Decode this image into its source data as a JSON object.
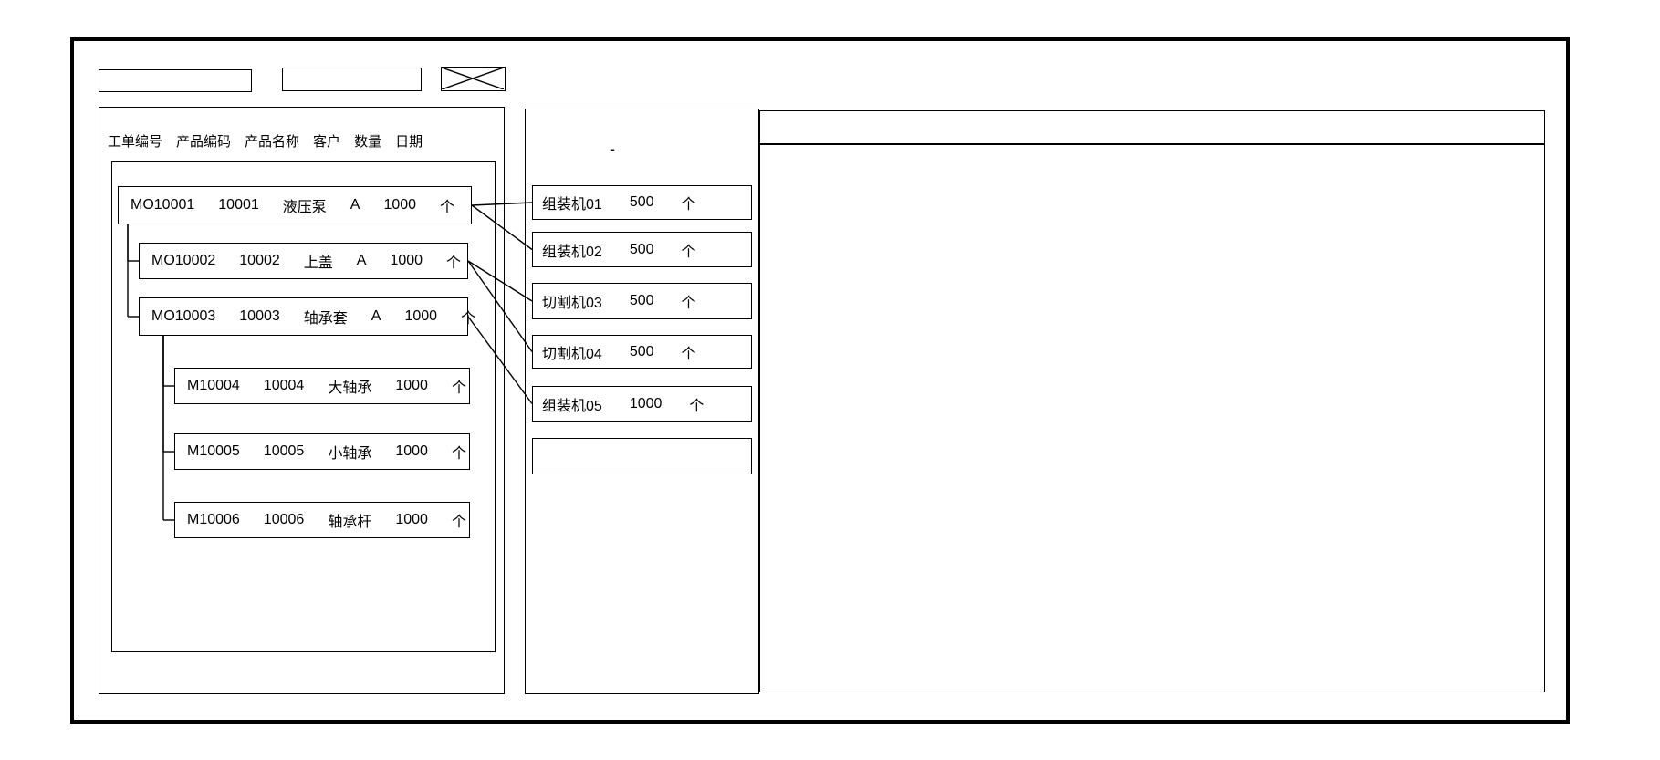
{
  "toolbar": {
    "field1_value": "",
    "field2_value": "",
    "placeholder_icon": "crossed-box"
  },
  "work_order_panel": {
    "columns": [
      "工单编号",
      "产品编码",
      "产品名称",
      "客户",
      "数量",
      "日期"
    ],
    "orders": [
      {
        "id": "mo10001",
        "parent": null,
        "fields": [
          "MO10001",
          "10001",
          "液压泵",
          "A",
          "1000",
          "个"
        ]
      },
      {
        "id": "mo10002",
        "parent": "mo10001",
        "fields": [
          "MO10002",
          "10002",
          "上盖",
          "A",
          "1000",
          "个"
        ]
      },
      {
        "id": "mo10003",
        "parent": "mo10001",
        "fields": [
          "MO10003",
          "10003",
          "轴承套",
          "A",
          "1000",
          "个"
        ]
      },
      {
        "id": "m10004",
        "parent": "mo10003",
        "fields": [
          "M10004",
          "10004",
          "大轴承",
          "1000",
          "个"
        ]
      },
      {
        "id": "m10005",
        "parent": "mo10003",
        "fields": [
          "M10005",
          "10005",
          "小轴承",
          "1000",
          "个"
        ]
      },
      {
        "id": "m10006",
        "parent": "mo10003",
        "fields": [
          "M10006",
          "10006",
          "轴承杆",
          "1000",
          "个"
        ]
      }
    ]
  },
  "machine_panel": {
    "stray_mark": "-",
    "machines": [
      {
        "id": "mc1",
        "name": "组装机01",
        "qty": "500",
        "unit": "个"
      },
      {
        "id": "mc2",
        "name": "组装机02",
        "qty": "500",
        "unit": "个"
      },
      {
        "id": "mc3",
        "name": "切割机03",
        "qty": "500",
        "unit": "个"
      },
      {
        "id": "mc4",
        "name": "切割机04",
        "qty": "500",
        "unit": "个"
      },
      {
        "id": "mc5",
        "name": "组装机05",
        "qty": "1000",
        "unit": "个"
      },
      {
        "id": "mc6",
        "name": "",
        "qty": "",
        "unit": ""
      }
    ]
  },
  "right_panel": {
    "content": ""
  },
  "connections": [
    {
      "from": "mo10001",
      "to": "mc1"
    },
    {
      "from": "mo10001",
      "to": "mc2"
    },
    {
      "from": "mo10002",
      "to": "mc3"
    },
    {
      "from": "mo10002",
      "to": "mc4"
    },
    {
      "from": "mo10003",
      "to": "mc5"
    }
  ],
  "colors": {
    "line": "#000000",
    "background": "#ffffff"
  }
}
